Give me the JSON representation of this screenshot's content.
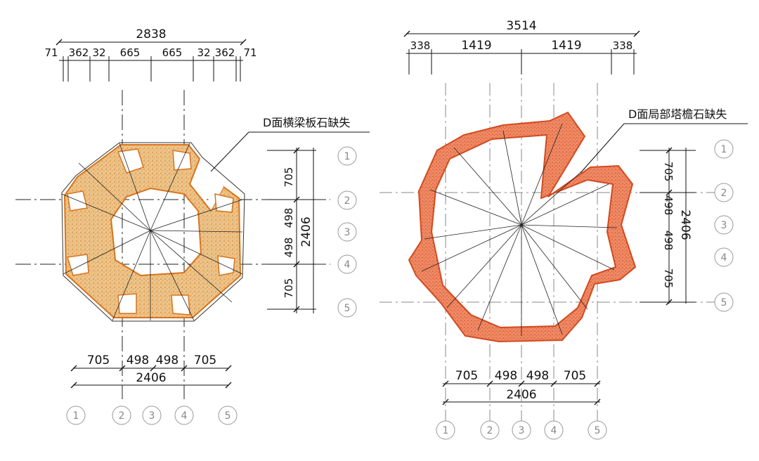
{
  "left_plan": {
    "top_overall": "2838",
    "top_segments": [
      "71",
      "362",
      "32",
      "665",
      "665",
      "32",
      "362",
      "71"
    ],
    "right_dims": [
      "705",
      "498",
      "498",
      "705"
    ],
    "right_total": "2406",
    "bottom_dims": [
      "705",
      "498",
      "498",
      "705"
    ],
    "bottom_total": "2406",
    "note": "D面横梁板石缺失",
    "right_axes": [
      "1",
      "2",
      "3",
      "4",
      "5"
    ],
    "bottom_axes": [
      "1",
      "2",
      "3",
      "4",
      "5"
    ],
    "colors": {
      "fill": "#e8b36a",
      "edge": "#d9731c"
    }
  },
  "right_plan": {
    "top_overall": "3514",
    "top_segments": [
      "338",
      "1419",
      "1419",
      "338"
    ],
    "right_dims": [
      "705",
      "498",
      "498",
      "705"
    ],
    "right_total": "2406",
    "bottom_dims": [
      "705",
      "498",
      "498",
      "705"
    ],
    "bottom_total": "2406",
    "note": "D面局部塔檐石缺失",
    "right_axes": [
      "1",
      "2",
      "3",
      "4",
      "5"
    ],
    "bottom_axes": [
      "1",
      "2",
      "3",
      "4",
      "5"
    ],
    "colors": {
      "fill": "#e8653a",
      "edge": "#d24a1f"
    }
  }
}
